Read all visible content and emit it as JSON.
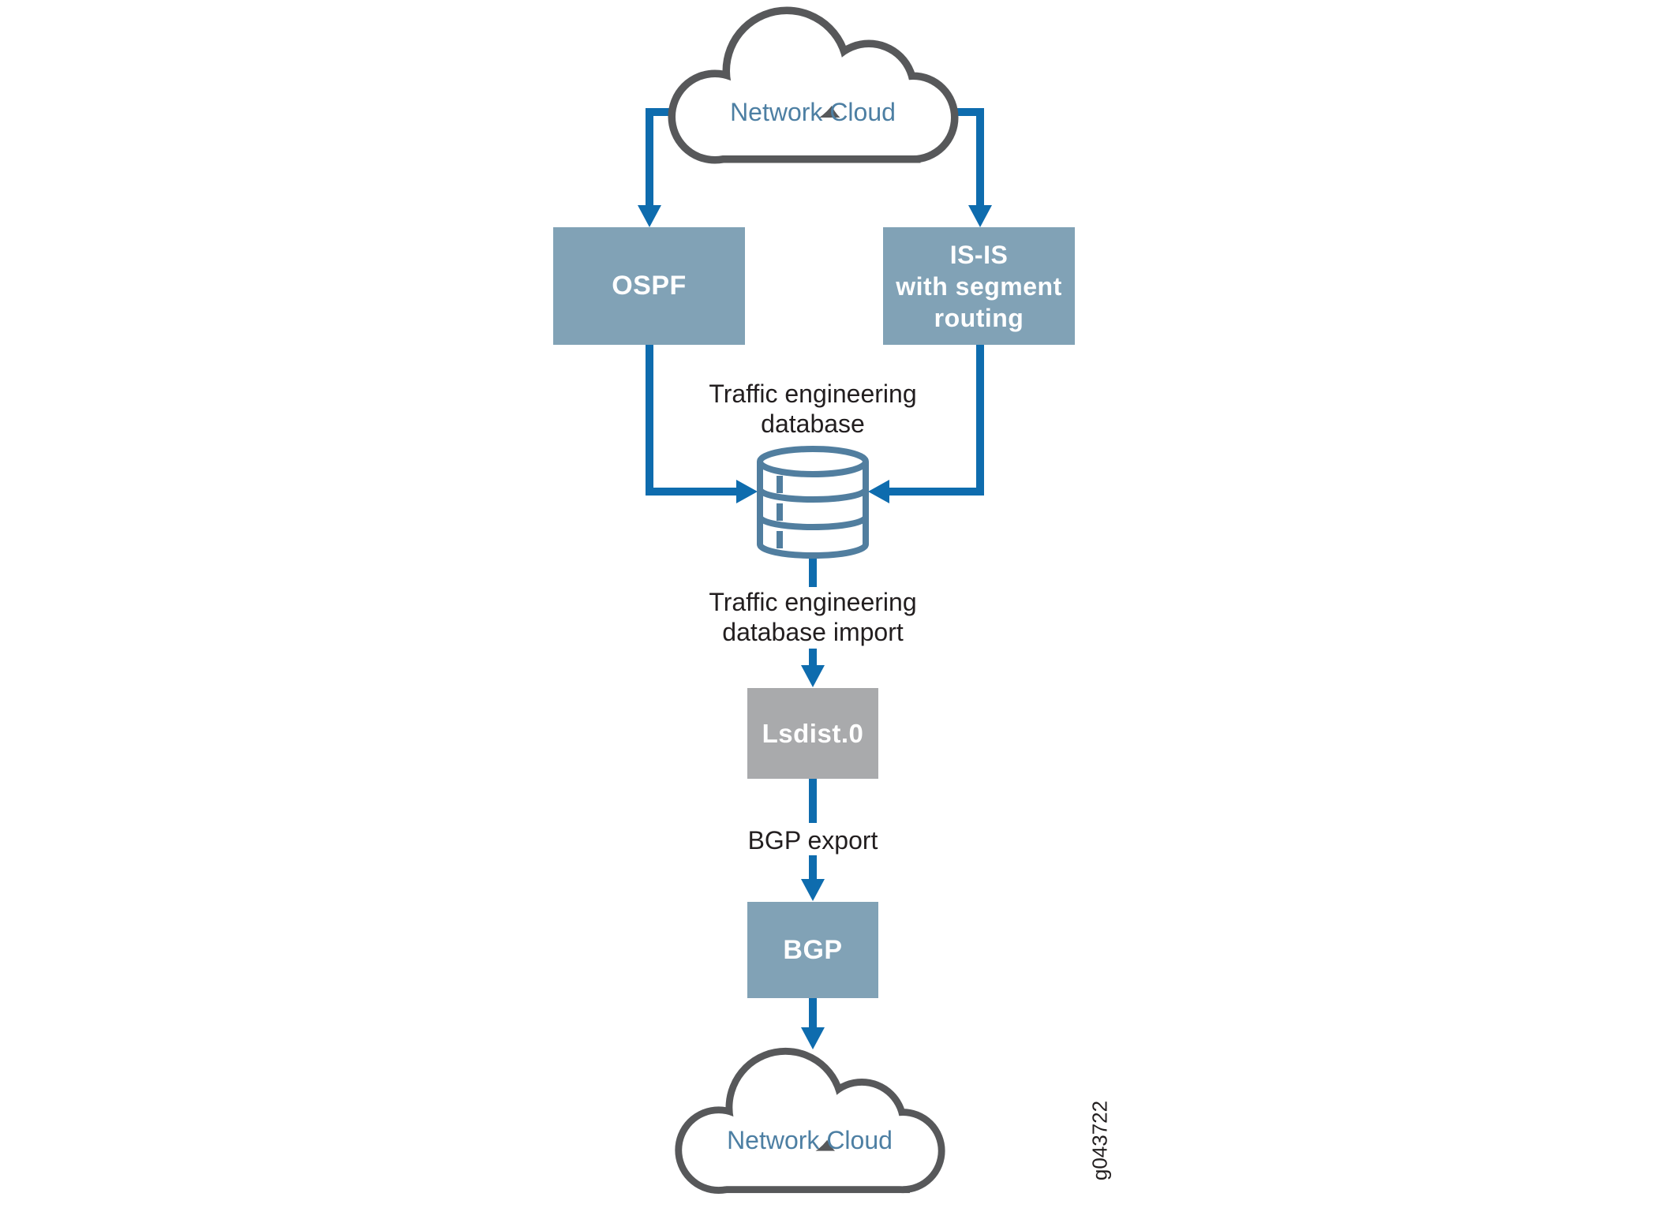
{
  "figure": {
    "clouds": {
      "top": "Network Cloud",
      "bottom": "Network Cloud"
    },
    "boxes": {
      "ospf": "OSPF",
      "isis": "IS-IS\nwith segment\nrouting",
      "lsdist": "Lsdist.0",
      "bgp": "BGP"
    },
    "labels": {
      "ted": "Traffic engineering\ndatabase",
      "ted_import": "Traffic engineering\ndatabase import",
      "bgp_export": "BGP export",
      "figure_id": "g043722"
    },
    "icons": {
      "database": "database-cylinder-icon",
      "cloud_top": "cloud-icon",
      "cloud_bottom": "cloud-icon"
    },
    "colors": {
      "connector_blue": "#0E6CAE",
      "node_blue_gray": "#81A2B6",
      "node_gray": "#A9AAAC",
      "cloud_outline": "#57585A",
      "cloud_label_blue": "#4D7FA3",
      "database_icon_blue": "#517E9F",
      "text_black": "#221E1F",
      "background": "#FFFFFF"
    }
  }
}
